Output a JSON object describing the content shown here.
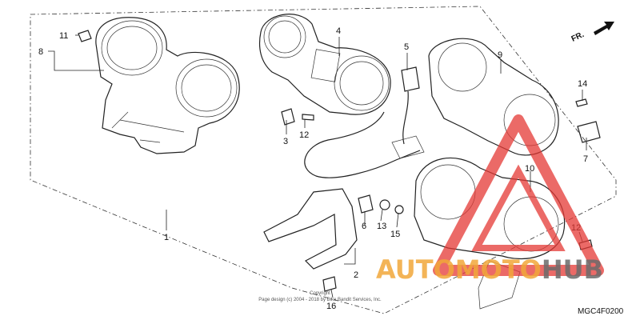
{
  "direction_label": "FR.",
  "callouts": {
    "p1": "1",
    "p2": "2",
    "p3": "3",
    "p4": "4",
    "p5": "5",
    "p6": "6",
    "p7": "7",
    "p8": "8",
    "p9": "9",
    "p10": "10",
    "p11": "11",
    "p12a": "12",
    "p12b": "12",
    "p13": "13",
    "p14": "14",
    "p15": "15",
    "p16": "16"
  },
  "copyright_line1": "Copyright",
  "copyright_line2": "Page design (c) 2004 - 2018 by Bike Bandit Services, Inc.",
  "diagram_code": "MGC4F0200",
  "watermark": {
    "part1": "AUTO",
    "part2": "MOTO",
    "part3": "HUB"
  },
  "colors": {
    "watermark_orange": "#f2a83a",
    "watermark_red": "#e53935",
    "watermark_grey": "#6b6b6b"
  }
}
